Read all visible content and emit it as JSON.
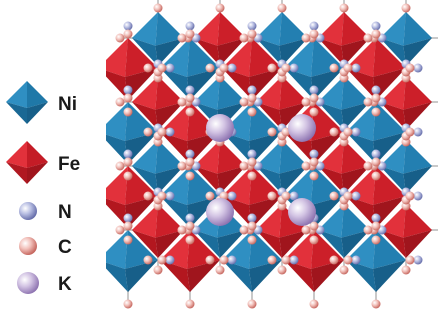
{
  "legend": {
    "items": [
      {
        "key": "ni",
        "label": "Ni",
        "shape": "octahedron",
        "color": "#1f78a8"
      },
      {
        "key": "fe",
        "label": "Fe",
        "shape": "octahedron",
        "color": "#d6232f"
      },
      {
        "key": "n",
        "label": "N",
        "shape": "sphere",
        "color": "#8f96c9"
      },
      {
        "key": "c",
        "label": "C",
        "shape": "sphere",
        "color": "#e79a93"
      },
      {
        "key": "k",
        "label": "K",
        "shape": "sphere",
        "color": "#b7a1cf"
      }
    ]
  },
  "colors": {
    "ni_light": "#2f8fc2",
    "ni_dark": "#175f89",
    "fe_light": "#e2313b",
    "fe_dark": "#a0151d",
    "bond": "#c9c9c9",
    "background": "#ffffff"
  }
}
